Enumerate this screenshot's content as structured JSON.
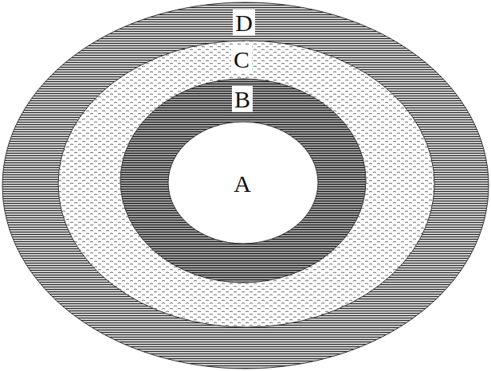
{
  "diagram": {
    "nodes": [
      {
        "text": [
          "D"
        ]
      },
      {
        "text": [
          "C"
        ],
        "in": 0
      },
      {
        "text": [
          "B"
        ],
        "in": 1
      },
      {
        "text": [
          "A"
        ],
        "in": 2
      }
    ]
  }
}
